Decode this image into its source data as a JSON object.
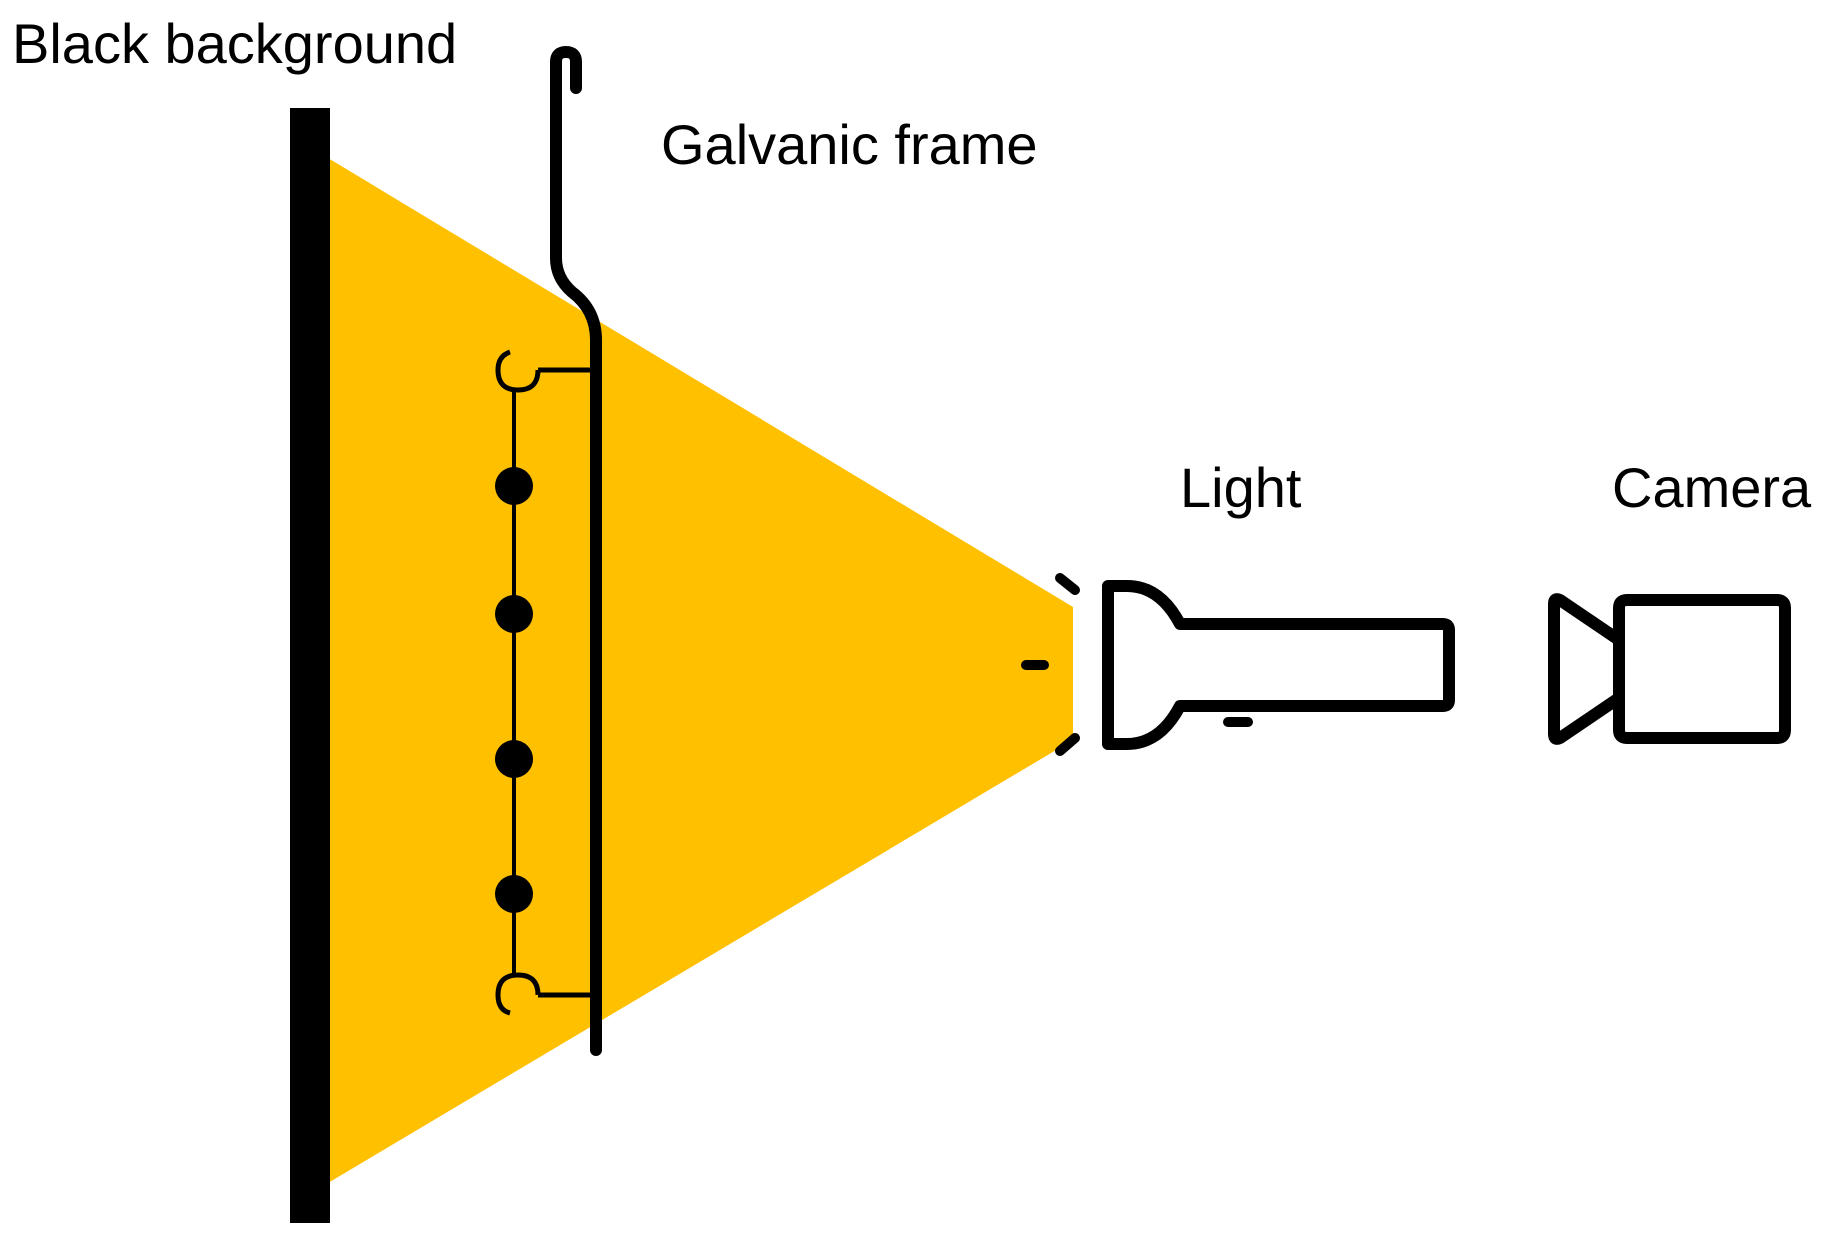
{
  "labels": {
    "background": "Black background",
    "frame": "Galvanic frame",
    "light": "Light",
    "camera": "Camera"
  },
  "colors": {
    "light_beam": "#FFC000",
    "ink": "#000000",
    "page": "#FFFFFF"
  },
  "components": {
    "backdrop": "black-backdrop",
    "frame": "galvanic-frame-hanger",
    "parts_count": 4,
    "light_source": "flashlight-icon",
    "camera": "video-camera-icon"
  }
}
